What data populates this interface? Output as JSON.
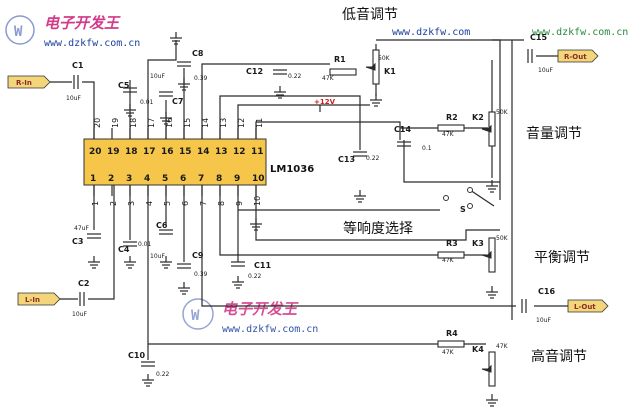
{
  "chip": {
    "name": "LM1036",
    "top_pins": [
      "20",
      "19",
      "18",
      "17",
      "16",
      "15",
      "14",
      "13",
      "12",
      "11"
    ],
    "bottom_pins": [
      "1",
      "2",
      "3",
      "4",
      "5",
      "6",
      "7",
      "8",
      "9",
      "10"
    ]
  },
  "captions": {
    "bass": "低音调节",
    "volume": "音量调节",
    "loudness": "等响度选择",
    "balance": "平衡调节",
    "treble": "高音调节"
  },
  "watermark": {
    "url_top": "www.dzkfw.com",
    "url_top_right": "www.dzkfw.com.cn",
    "title": "电子开发王",
    "url_left": "www.dzkfw.com.cn",
    "url_mid": "www.dzkfw.com.cn",
    "title_mid": "电子开发王"
  },
  "ports": {
    "r_in": "R-In",
    "l_in": "L-In",
    "r_out": "R-Out",
    "l_out": "L-Out"
  },
  "supply": "+12V",
  "switch_label": "S",
  "parts": {
    "C1": {
      "name": "C1",
      "value": "10uF"
    },
    "C2": {
      "name": "C2",
      "value": "10uF"
    },
    "C3": {
      "name": "C3",
      "value": "47uF"
    },
    "C4": {
      "name": "C4",
      "value": "0.01"
    },
    "C5": {
      "name": "C5",
      "value": "0.01"
    },
    "C6": {
      "name": "C6",
      "value": "10uF"
    },
    "C7": {
      "name": "C7",
      "value": "10uF"
    },
    "C8": {
      "name": "C8",
      "value": "0.39"
    },
    "C9": {
      "name": "C9",
      "value": "0.39"
    },
    "C10": {
      "name": "C10",
      "value": "0.22"
    },
    "C11": {
      "name": "C11",
      "value": "0.22"
    },
    "C12": {
      "name": "C12",
      "value": "0.22"
    },
    "C13": {
      "name": "C13",
      "value": "0.22"
    },
    "C14": {
      "name": "C14",
      "value": "0.1"
    },
    "C15": {
      "name": "C15",
      "value": "10uF"
    },
    "C16": {
      "name": "C16",
      "value": "10uF"
    },
    "R1": {
      "name": "R1",
      "value": "47K"
    },
    "R2": {
      "name": "R2",
      "value": "47K"
    },
    "R3": {
      "name": "R3",
      "value": "47K"
    },
    "R4": {
      "name": "R4",
      "value": "47K"
    },
    "K1": {
      "name": "K1",
      "value": "50K"
    },
    "K2": {
      "name": "K2",
      "value": "50K"
    },
    "K3": {
      "name": "K3",
      "value": "50K"
    },
    "K4": {
      "name": "K4",
      "value": "47K"
    }
  }
}
